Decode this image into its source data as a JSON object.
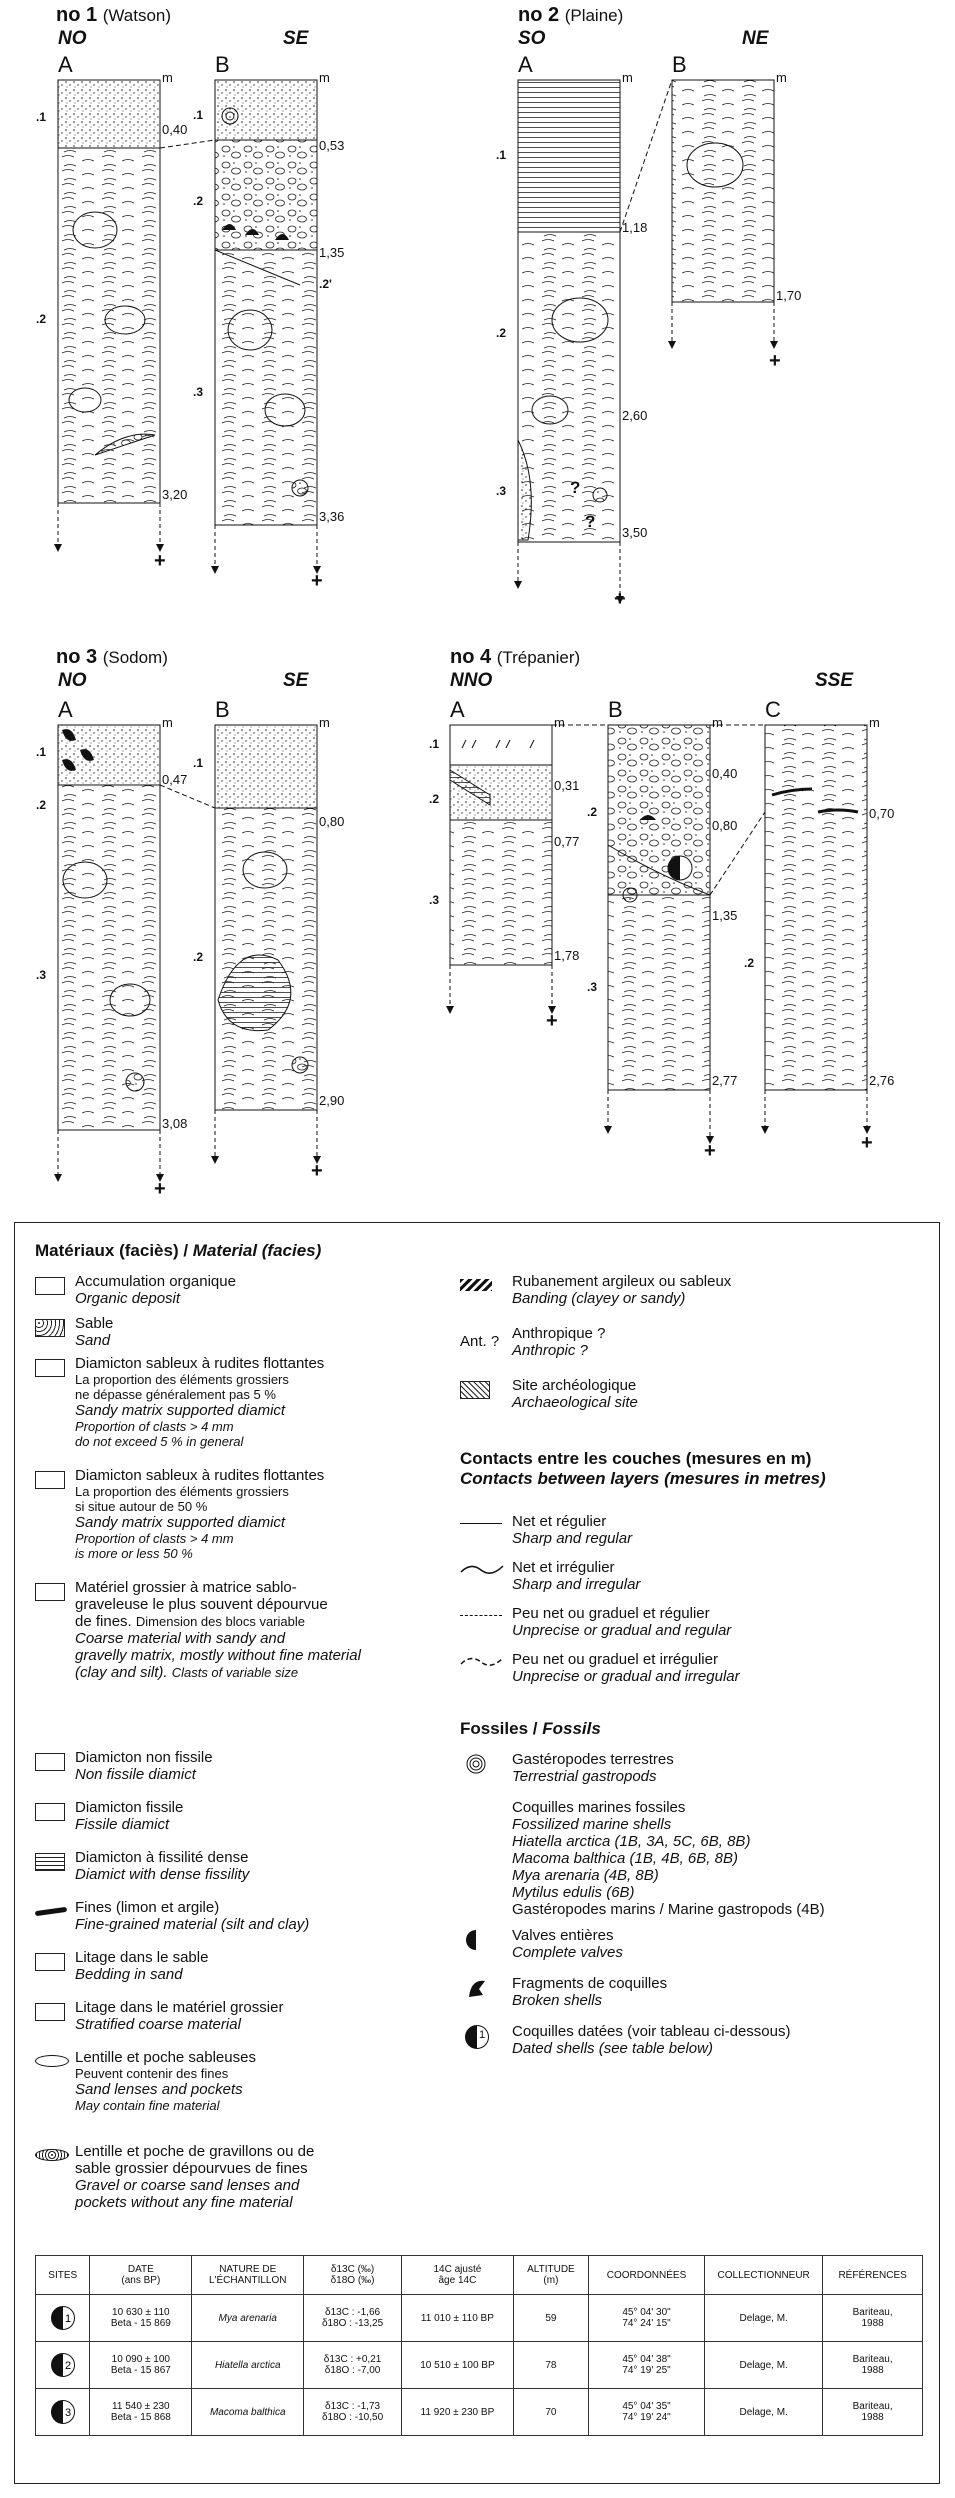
{
  "sites_top": [
    {
      "no": "no 1",
      "name": "(Watson)",
      "left_orient": "NO",
      "right_orient": "SE"
    },
    {
      "no": "no 2",
      "name": "(Plaine)",
      "left_orient": "SO",
      "right_orient": "NE"
    }
  ],
  "sites_bottom": [
    {
      "no": "no 3",
      "name": "(Sodom)",
      "left_orient": "NO",
      "right_orient": "SE"
    },
    {
      "no": "no 4",
      "name": "(Trépanier)",
      "left_orient": "NNO",
      "right_orient": "SSE"
    }
  ],
  "columns": {
    "A": "A",
    "B": "B",
    "C": "C",
    "m": "m",
    "plus": "+",
    "q": "?"
  },
  "depths": {
    "s1a_1": "0,40",
    "s1a_2": "3,20",
    "s1b_1": "0,53",
    "s1b_2": "1,35",
    "s1b_3": "3,36",
    "s2a_1": "1,18",
    "s2a_2": "2,60",
    "s2a_3": "3,50",
    "s2b_1": "1,70",
    "s3a_1": "0,47",
    "s3a_2": "3,08",
    "s3b_1": "0,80",
    "s3b_2": "2,90",
    "s4a_1": "0,31",
    "s4a_2": "0,77",
    "s4a_3": "1,78",
    "s4b_1": "0,40",
    "s4b_2": "0,80",
    "s4b_3": "1,35",
    "s4b_4": "2,77",
    "s4c_1": "0,70",
    "s4c_2": "2,76"
  },
  "units": {
    "u1": ".1",
    "u2": ".2",
    "u3": ".3",
    "u2p": ".2'"
  },
  "legend": {
    "materials_title": "Matériaux (faciès) /",
    "materials_title_en": "Material (facies)",
    "materials": [
      {
        "fr": "Accumulation organique",
        "en": "Organic deposit"
      },
      {
        "fr": "Sable",
        "en": "Sand"
      },
      {
        "fr": "Diamicton sableux à rudites flottantes",
        "fr2": "La proportion des éléments grossiers",
        "fr3": "ne dépasse généralement pas 5 %",
        "en": "Sandy matrix supported diamict",
        "en2": "Proportion of clasts > 4 mm",
        "en3": "do not exceed 5 % in general"
      },
      {
        "fr": "Diamicton sableux à rudites flottantes",
        "fr2": "La proportion des éléments grossiers",
        "fr3": "si situe autour de 50 %",
        "en": "Sandy matrix supported diamict",
        "en2": "Proportion of clasts > 4 mm",
        "en3": "is more or less 50 %"
      },
      {
        "fr": "Matériel grossier à matrice sablo-",
        "fr2": "graveleuse le plus souvent dépourvue",
        "fr3": "de fines.",
        "fr3b": "Dimension des blocs variable",
        "en": "Coarse material with sandy and",
        "en2": "gravelly matrix, mostly without fine material",
        "en3": "(clay and silt).",
        "en3b": "Clasts of variable size"
      },
      {
        "fr": "Diamicton non fissile",
        "en": "Non fissile diamict"
      },
      {
        "fr": "Diamicton fissile",
        "en": "Fissile diamict"
      },
      {
        "fr": "Diamicton à fissilité dense",
        "en": "Diamict with dense fissility"
      },
      {
        "fr": "Fines (limon et argile)",
        "en": "Fine-grained material (silt and clay)"
      },
      {
        "fr": "Litage dans le sable",
        "en": "Bedding in sand"
      },
      {
        "fr": "Litage dans le matériel grossier",
        "en": "Stratified coarse material"
      },
      {
        "fr": "Lentille et poche sableuses",
        "fr2": "Peuvent contenir des fines",
        "en": "Sand lenses and pockets",
        "en2": "May contain fine material"
      },
      {
        "fr": "Lentille et poche de gravillons ou de",
        "fr2": "sable grossier dépourvues de fines",
        "en": "Gravel or coarse sand lenses and",
        "en2": "pockets without any fine material"
      }
    ],
    "right_items": [
      {
        "fr": "Rubanement argileux ou sableux",
        "en": "Banding (clayey or sandy)"
      },
      {
        "sym": "Ant. ?",
        "fr": "Anthropique ?",
        "en": "Anthropic ?"
      },
      {
        "fr": "Site archéologique",
        "en": "Archaeological site"
      }
    ],
    "contacts_title": "Contacts entre les couches (mesures en m)",
    "contacts_title_en": "Contacts between layers (mesures in metres)",
    "contacts": [
      {
        "fr": "Net et régulier",
        "en": "Sharp and regular"
      },
      {
        "fr": "Net et irrégulier",
        "en": "Sharp and irregular"
      },
      {
        "fr": "Peu net ou graduel et régulier",
        "en": "Unprecise or gradual and regular"
      },
      {
        "fr": "Peu net ou graduel et irrégulier",
        "en": "Unprecise or gradual and irregular"
      }
    ],
    "fossils_title": "Fossiles /",
    "fossils_title_en": "Fossils",
    "fossils": {
      "gastro_fr": "Gastéropodes terrestres",
      "gastro_en": "Terrestrial gastropods",
      "marine_fr": "Coquilles marines fossiles",
      "marine_en": "Fossilized marine shells",
      "species": [
        "Hiatella arctica (1B, 3A, 5C, 6B, 8B)",
        "Macoma balthica (1B, 4B, 6B, 8B)",
        "Mya arenaria (4B, 8B)",
        "Mytilus edulis (6B)"
      ],
      "gastro_marine": "Gastéropodes marins / Marine gastropods (4B)",
      "valves_fr": "Valves entières",
      "valves_en": "Complete valves",
      "frag_fr": "Fragments de coquilles",
      "frag_en": "Broken shells",
      "dated_fr": "Coquilles datées (voir tableau ci-dessous)",
      "dated_en": "Dated shells (see table below)",
      "dated_num": "1"
    }
  },
  "table": {
    "headers": [
      "SITES",
      "DATE",
      "NATURE DE",
      "δ13C (‰)",
      "14C ajusté",
      "ALTITUDE",
      "COORDONNÉES",
      "COLLECTIONNEUR",
      "RÉFÉRENCES"
    ],
    "headers2": [
      "",
      "(ans BP)",
      "L'ÉCHANTILLON",
      "δ18O (‰)",
      "âge 14C",
      "(m)",
      "",
      "",
      ""
    ],
    "rows": [
      {
        "site": "1",
        "date1": "10 630 ± 110",
        "date2": "Beta - 15 869",
        "nature": "Mya arenaria",
        "d1": "δ13C :  -1,66",
        "d2": "δ18O : -13,25",
        "c14": "11 010 ± 110 BP",
        "alt": "59",
        "co1": "45° 04' 30\"",
        "co2": "74° 24' 15\"",
        "coll": "Delage, M.",
        "ref1": "Bariteau,",
        "ref2": "1988"
      },
      {
        "site": "2",
        "date1": "10 090 ± 100",
        "date2": "Beta - 15 867",
        "nature": "Hiatella arctica",
        "d1": "δ13C : +0,21",
        "d2": "δ18O :  -7,00",
        "c14": "10 510 ± 100 BP",
        "alt": "78",
        "co1": "45° 04' 38\"",
        "co2": "74° 19' 25\"",
        "coll": "Delage, M.",
        "ref1": "Bariteau,",
        "ref2": "1988"
      },
      {
        "site": "3",
        "date1": "11 540 ± 230",
        "date2": "Beta - 15 868",
        "nature": "Macoma balthica",
        "d1": "δ13C :  -1,73",
        "d2": "δ18O : -10,50",
        "c14": "11 920 ± 230 BP",
        "alt": "70",
        "co1": "45° 04' 35\"",
        "co2": "74° 19' 24\"",
        "coll": "Delage, M.",
        "ref1": "Bariteau,",
        "ref2": "1988"
      }
    ]
  }
}
